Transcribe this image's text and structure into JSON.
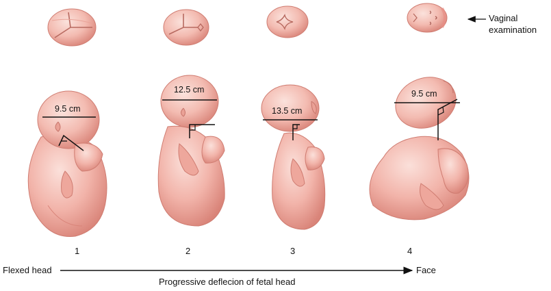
{
  "figure": {
    "vaginal_label_line1": "Vaginal",
    "vaginal_label_line2": "examination",
    "left_axis_label": "Flexed head",
    "right_axis_label": "Face",
    "caption": "Progressive deflecion of fetal head"
  },
  "stages": [
    {
      "number": "1",
      "measurement": "9.5 cm"
    },
    {
      "number": "2",
      "measurement": "12.5 cm"
    },
    {
      "number": "3",
      "measurement": "13.5 cm"
    },
    {
      "number": "4",
      "measurement": "9.5 cm"
    }
  ],
  "colors": {
    "skin_light": "#f7cdc4",
    "skin_mid": "#eea79c",
    "skin_shadow": "#d97f74",
    "skin_outline": "#c96f66",
    "ink": "#111111"
  }
}
